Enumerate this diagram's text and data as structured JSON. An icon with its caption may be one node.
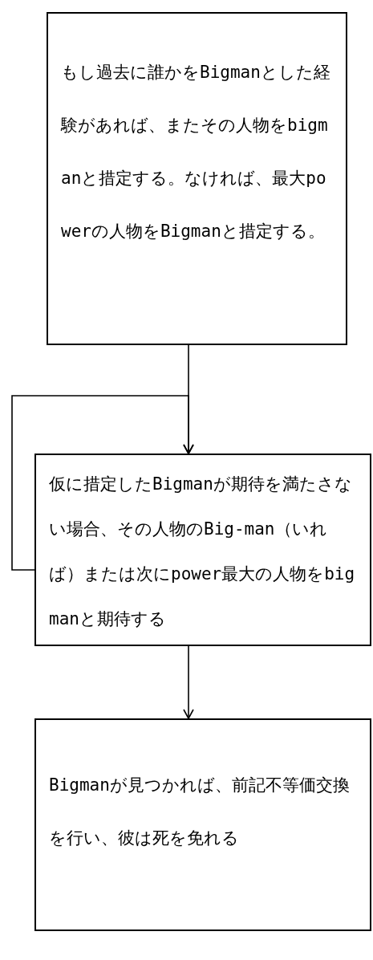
{
  "diagram": {
    "nodes": [
      {
        "text": [
          "もし過去に誰かをBigmanとした経験があれば、またその人物をbigmanと措定する。なければ、最大powerの人物をBigmanと措定する。"
        ]
      },
      {
        "text": [
          "仮に措定したBigmanが期待を満たさない場合、その人物のBig-man（いれば）または次にpower最大の人物をbigmanと期待する"
        ]
      },
      {
        "text": [
          "Bigmanが見つかれば、前記不等価交換を行い、彼は死を免れる"
        ]
      }
    ],
    "edges": [
      {
        "from": 0,
        "to": 1,
        "arrow": "to"
      },
      {
        "from": 1,
        "to": 1,
        "arrow": "to"
      },
      {
        "from": 1,
        "to": 2,
        "arrow": "to"
      }
    ]
  }
}
